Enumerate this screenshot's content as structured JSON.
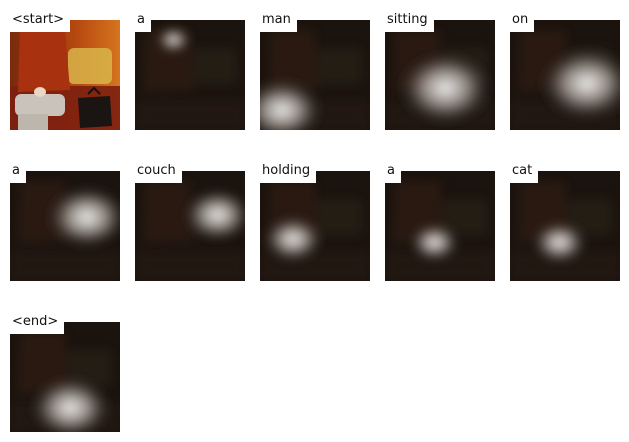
{
  "figure": {
    "steps": [
      {
        "word": "<start>",
        "kind": "original"
      },
      {
        "word": "a",
        "kind": "attention",
        "focus": [
          0.35,
          0.18
        ],
        "spread": 0.12
      },
      {
        "word": "man",
        "kind": "attention",
        "focus": [
          0.2,
          0.82
        ],
        "spread": 0.3
      },
      {
        "word": "sitting",
        "kind": "attention",
        "focus": [
          0.55,
          0.62
        ],
        "spread": 0.35
      },
      {
        "word": "on",
        "kind": "attention",
        "focus": [
          0.7,
          0.58
        ],
        "spread": 0.35
      },
      {
        "word": "a",
        "kind": "attention",
        "focus": [
          0.7,
          0.42
        ],
        "spread": 0.3
      },
      {
        "word": "couch",
        "kind": "attention",
        "focus": [
          0.75,
          0.4
        ],
        "spread": 0.25
      },
      {
        "word": "holding",
        "kind": "attention",
        "focus": [
          0.3,
          0.62
        ],
        "spread": 0.22
      },
      {
        "word": "a",
        "kind": "attention",
        "focus": [
          0.45,
          0.65
        ],
        "spread": 0.18
      },
      {
        "word": "cat",
        "kind": "attention",
        "focus": [
          0.45,
          0.65
        ],
        "spread": 0.2
      },
      {
        "word": "<end>",
        "kind": "attention",
        "focus": [
          0.55,
          0.78
        ],
        "spread": 0.3
      }
    ]
  }
}
